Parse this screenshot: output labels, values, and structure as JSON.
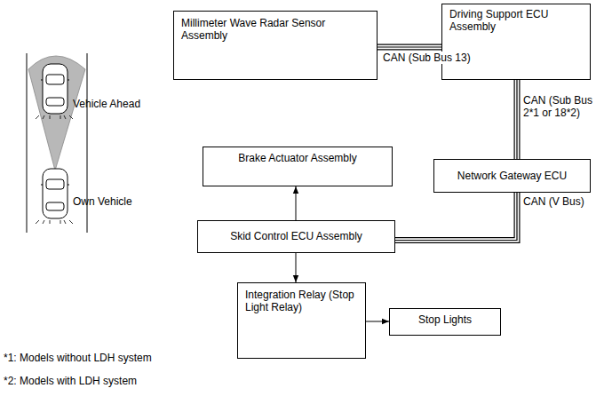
{
  "diagram": {
    "nodes": [
      {
        "text": [
          "Millimeter Wave Radar Sensor Assembly"
        ]
      },
      {
        "text": [
          "Driving Support ECU Assembly"
        ]
      },
      {
        "text": [
          "Brake Actuator Assembly"
        ]
      },
      {
        "text": [
          "Network Gateway ECU"
        ]
      },
      {
        "text": [
          "Skid Control ECU Assembly"
        ]
      },
      {
        "text": [
          "Integration Relay (Stop Light Relay)"
        ]
      },
      {
        "text": [
          "Stop Lights"
        ]
      }
    ],
    "edges": [
      {
        "from": 0,
        "to": 1,
        "arrow": "none",
        "label": "CAN (Sub Bus 13)"
      },
      {
        "from": 1,
        "to": 3,
        "arrow": "none",
        "label": "CAN (Sub Bus 2*1 or 18*2)"
      },
      {
        "from": 3,
        "to": 4,
        "arrow": "none",
        "label": "CAN (V Bus)"
      },
      {
        "from": 4,
        "to": 2,
        "arrow": "to"
      },
      {
        "from": 4,
        "to": 5,
        "arrow": "to"
      },
      {
        "from": 5,
        "to": 6,
        "arrow": "to"
      }
    ],
    "labels": [
      "Vehicle Ahead",
      "Own Vehicle",
      "*1: Models without LDH system",
      "*2: Models with LDH system"
    ]
  }
}
